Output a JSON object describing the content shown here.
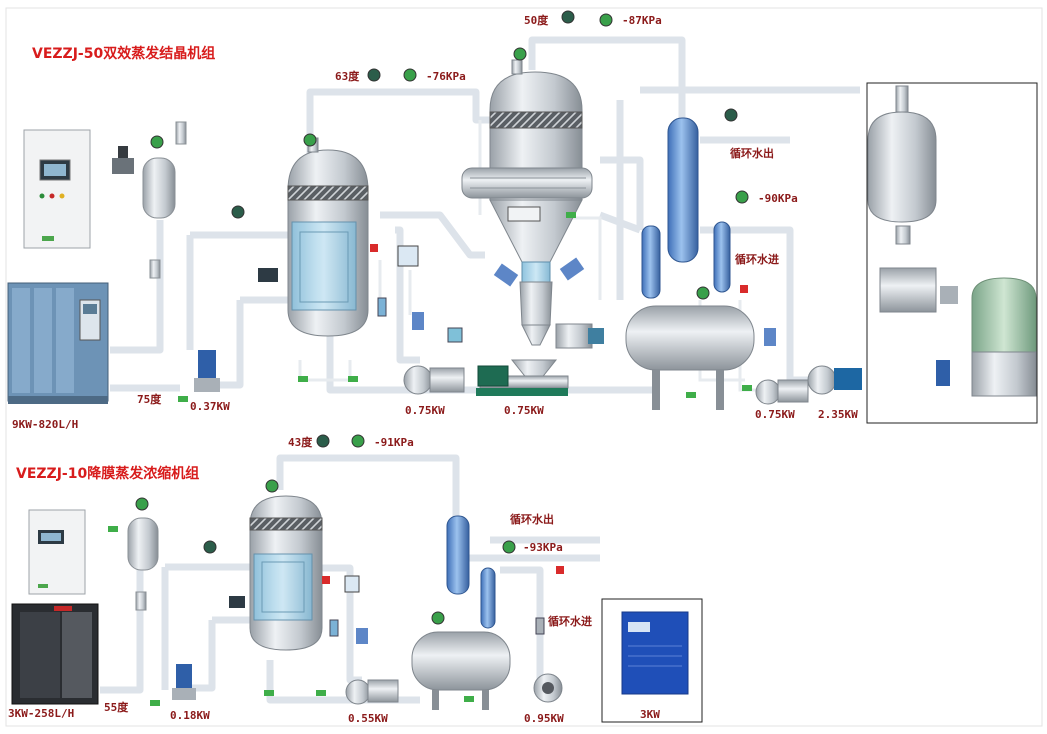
{
  "unit1": {
    "title": "VEZZJ-50双效蒸发结晶机组",
    "heater_label": "9KW-820L/H",
    "temp_feed": "75度",
    "temp_first_effect": "63度",
    "pressure_first_effect": "-76KPa",
    "temp_second_effect": "50度",
    "pressure_second_effect": "-87KPa",
    "pressure_condenser": "-90KPa",
    "cooling_water_out": "循环水出",
    "cooling_water_in": "循环水进",
    "pump_feed_power": "0.37KW",
    "pump_transfer_power": "0.75KW",
    "screw_pump_power": "0.75KW",
    "pump_condensate_power": "0.75KW",
    "vacuum_pump_power": "2.35KW"
  },
  "unit2": {
    "title": "VEZZJ-10降膜蒸发浓缩机组",
    "heater_label": "3KW-258L/H",
    "temp_feed": "55度",
    "temp_effect": "43度",
    "pressure_effect": "-91KPa",
    "pressure_condenser": "-93KPa",
    "cooling_water_out": "循环水出",
    "cooling_water_in": "循环水进",
    "pump_feed_power": "0.18KW",
    "pump_transfer_power": "0.55KW",
    "vacuum_pump_power": "0.95KW",
    "chiller_power": "3KW"
  },
  "colors": {
    "label_text": "#8b1a1a",
    "title_text": "#d81c1c",
    "pipe": "#dde3ea",
    "vessel": "#c9cfd6",
    "glass": "#a9d4ea",
    "blue_column": "#6f9fd8",
    "valve_green": "#3fae49",
    "valve_red": "#d92b2b"
  }
}
